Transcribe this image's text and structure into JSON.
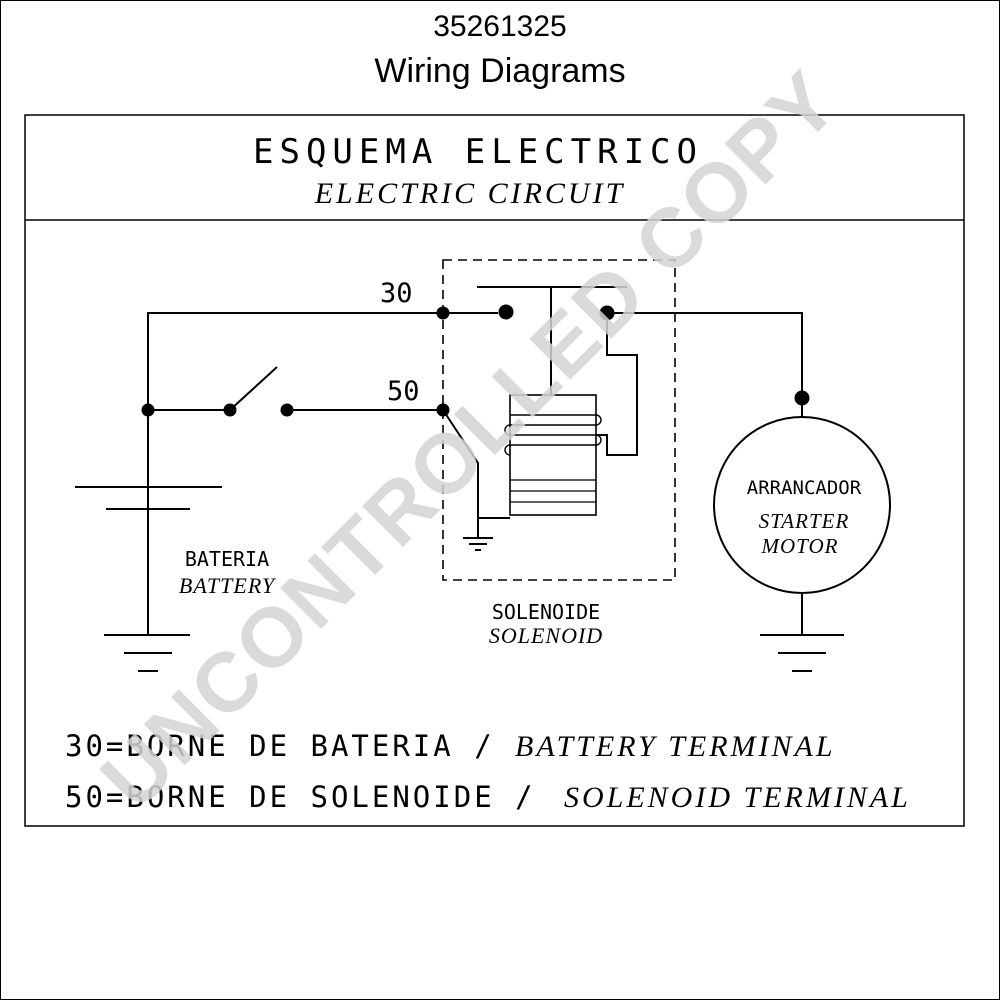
{
  "header": {
    "doc_number": "35261325",
    "title": "Wiring Diagrams"
  },
  "panel": {
    "title_es": "ESQUEMA ELECTRICO",
    "title_en": "ELECTRIC CIRCUIT"
  },
  "labels": {
    "terminal_30": "30",
    "terminal_50": "50",
    "battery_es": "BATERIA",
    "battery_en": "BATTERY",
    "solenoid_es": "SOLENOIDE",
    "solenoid_en": "SOLENOID",
    "starter_es": "ARRANCADOR",
    "starter_en_1": "STARTER",
    "starter_en_2": "MOTOR"
  },
  "legend": [
    {
      "es": "30=BORNE DE BATERIA /",
      "en": "BATTERY TERMINAL"
    },
    {
      "es": "50=BORNE DE SOLENOIDE /",
      "en": "SOLENOID TERMINAL"
    }
  ],
  "watermark": "UNCONTROLLED COPY",
  "colors": {
    "line": "#000000",
    "watermark": "#d4d4d4",
    "background": "#ffffff"
  }
}
